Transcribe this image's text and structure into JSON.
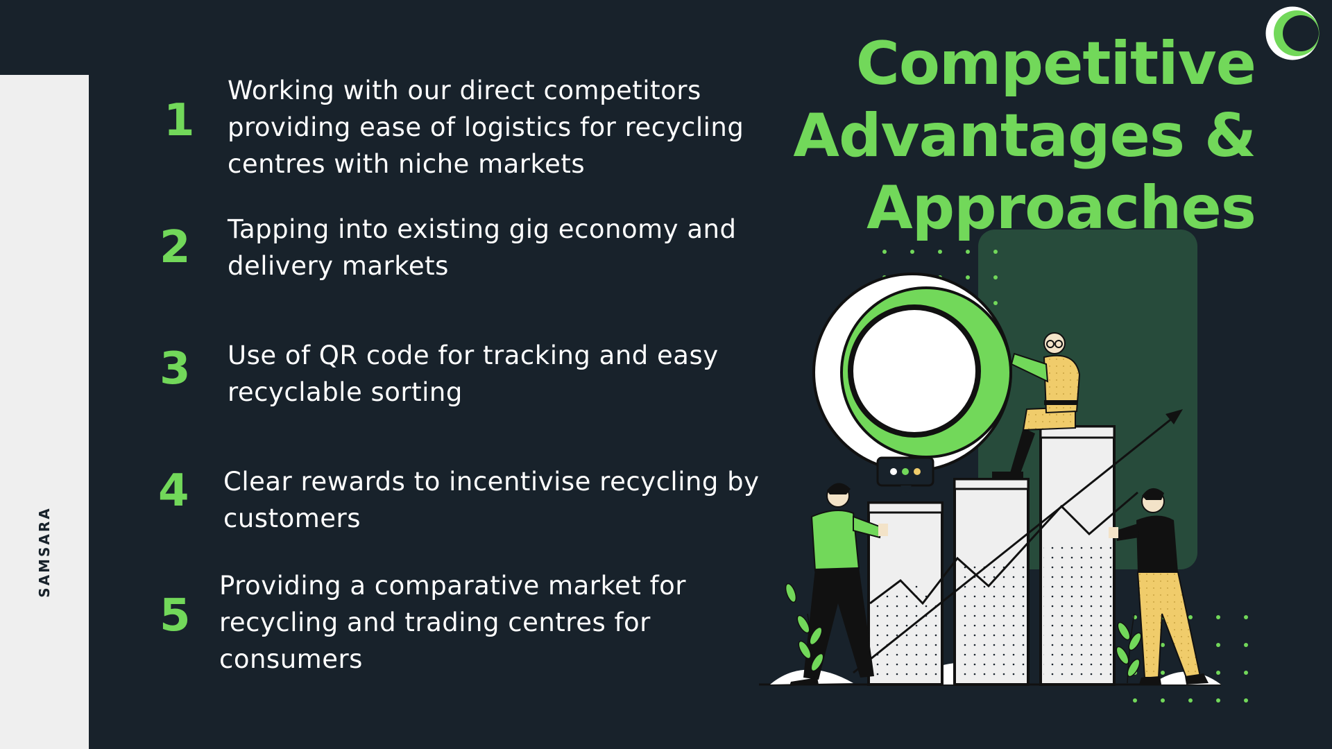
{
  "brand": {
    "name": "SAMSARA"
  },
  "title": {
    "line1": "Competitive",
    "line2": "Advantages &",
    "line3": "Approaches"
  },
  "items": [
    {
      "number": "1",
      "text": "Working with our direct competitors providing ease of logistics for recycling centres with niche markets"
    },
    {
      "number": "2",
      "text": "Tapping into existing gig economy and delivery markets"
    },
    {
      "number": "3",
      "text": "Use of QR code for tracking and easy recyclable sorting"
    },
    {
      "number": "4",
      "text": "Clear rewards to incentivise recycling by customers"
    },
    {
      "number": "5",
      "text": "Providing a comparative market for recycling and trading centres for consumers"
    }
  ],
  "colors": {
    "background": "#18222b",
    "accent": "#72d85a",
    "sidebar": "#efefef",
    "panel": "#274b3b",
    "figure_yellow": "#f0cc6b"
  },
  "icons": {
    "corner_logo": "samsara-ring-logo-icon",
    "illustration": "team-growth-bar-chart-illustration"
  }
}
